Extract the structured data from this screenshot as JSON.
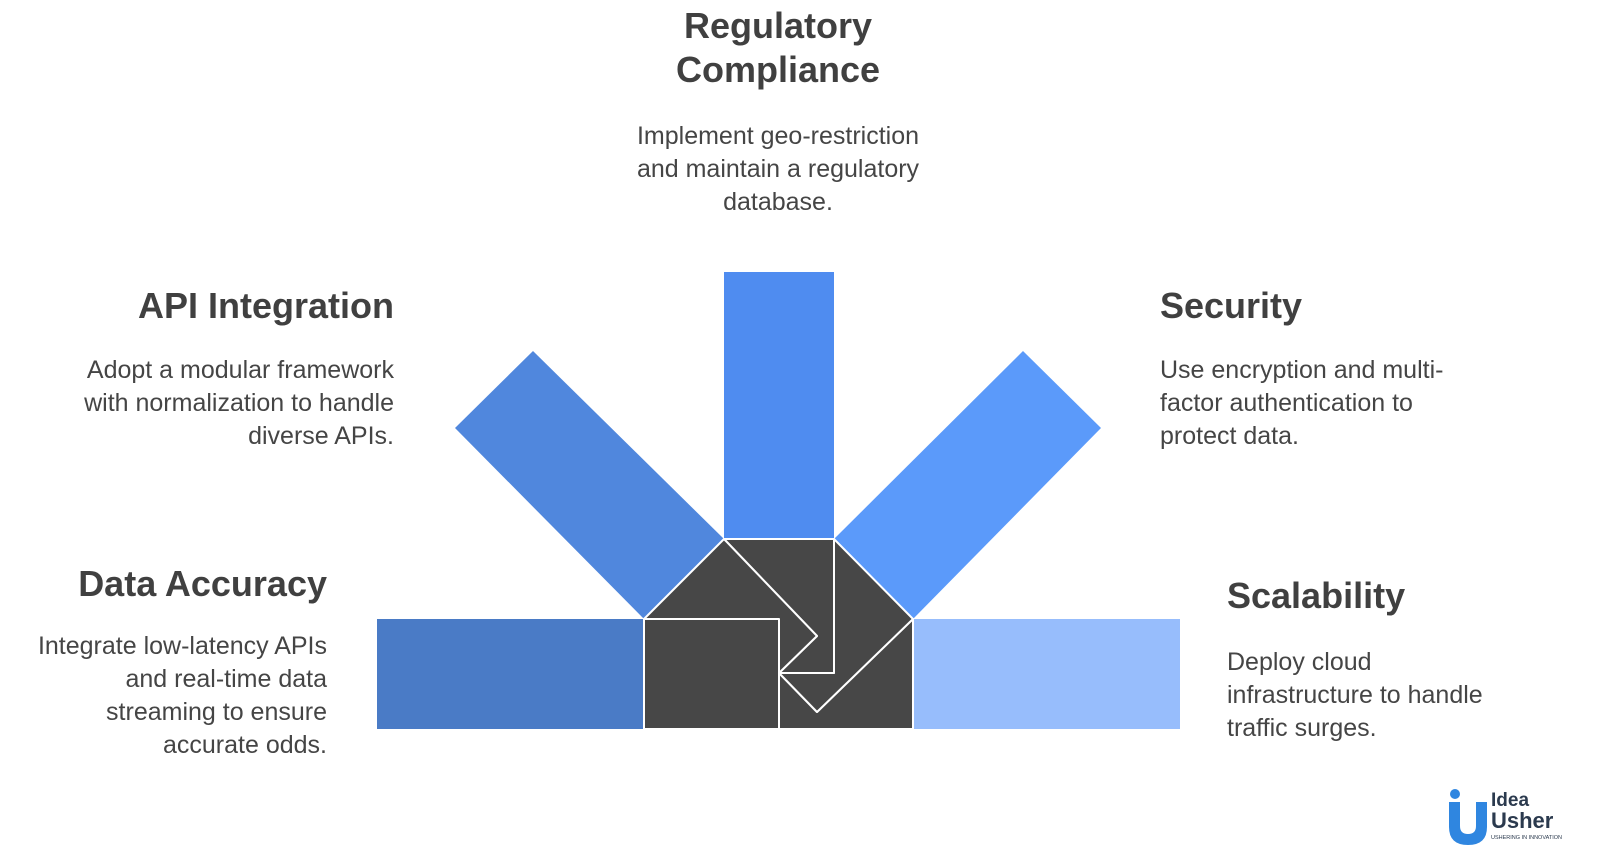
{
  "colors": {
    "data_accuracy": "#4a7bc6",
    "api_integration": "#5087dd",
    "regulatory": "#4f8cf0",
    "security": "#5b9afa",
    "scalability": "#97bdfc",
    "center": "#474747",
    "text": "#424242",
    "logo_blue": "#2f86e0",
    "logo_dark": "#2b3a4e"
  },
  "sections": {
    "regulatory": {
      "title_line1": "Regulatory",
      "title_line2": "Compliance",
      "desc_line1": "Implement geo-restriction",
      "desc_line2": "and maintain a regulatory",
      "desc_line3": "database."
    },
    "api": {
      "title": "API Integration",
      "desc_line1": "Adopt a modular framework",
      "desc_line2": "with normalization to handle",
      "desc_line3": "diverse APIs."
    },
    "security": {
      "title": "Security",
      "desc_line1": "Use encryption and multi-",
      "desc_line2": "factor authentication to",
      "desc_line3": "protect data."
    },
    "data_accuracy": {
      "title": "Data Accuracy",
      "desc_line1": "Integrate low-latency APIs",
      "desc_line2": "and real-time data",
      "desc_line3": "streaming to ensure",
      "desc_line4": "accurate odds."
    },
    "scalability": {
      "title": "Scalability",
      "desc_line1": "Deploy cloud",
      "desc_line2": "infrastructure to handle",
      "desc_line3": "traffic surges."
    }
  },
  "logo": {
    "line1": "Idea",
    "line2": "Usher",
    "tagline": "USHERING IN INNOVATION"
  }
}
